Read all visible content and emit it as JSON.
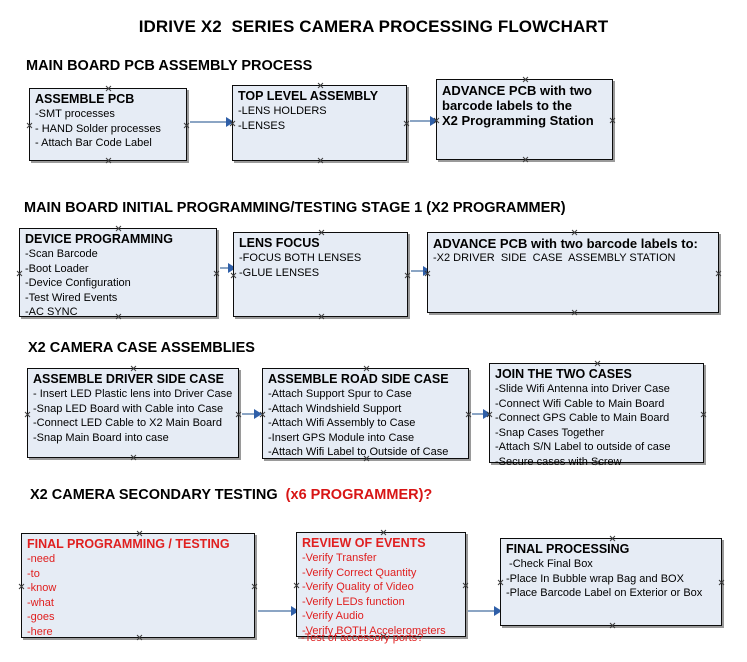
{
  "document": {
    "title": "IDRIVE X2  SERIES CAMERA PROCESSING FLOWCHART"
  },
  "colors": {
    "node_fill": "#e6ecf5",
    "node_border": "#0c0c0c",
    "connector": "#8ba5c4",
    "arrow": "#2f5fa8",
    "accent_red": "#e02020",
    "text": "#000000"
  },
  "sections": [
    {
      "id": "main-board-pcb-assembly",
      "heading": "MAIN BOARD PCB ASSEMBLY PROCESS",
      "heading_accent": "",
      "nodes": [
        {
          "id": "assemble-pcb",
          "head": "ASSEMBLE PCB",
          "lines": [
            "-SMT processes",
            "- HAND Solder processes",
            "- Attach Bar Code Label"
          ]
        },
        {
          "id": "top-level-assembly",
          "head": "TOP LEVEL ASSEMBLY",
          "lines": [
            "-LENS HOLDERS",
            "-LENSES"
          ]
        },
        {
          "id": "advance-pcb-programming-station",
          "head": "ADVANCE PCB with two\nbarcode labels to the\n X2 Programming Station",
          "lines": []
        }
      ]
    },
    {
      "id": "main-board-initial-programming",
      "heading": "MAIN BOARD INITIAL PROGRAMMING/TESTING STAGE 1 (X2 PROGRAMMER)",
      "heading_accent": "",
      "nodes": [
        {
          "id": "device-programming",
          "head": "DEVICE PROGRAMMING",
          "lines": [
            "-Scan Barcode",
            "-Boot Loader",
            "-Device Configuration",
            "-Test Wired Events",
            "-AC SYNC"
          ]
        },
        {
          "id": "lens-focus",
          "head": "LENS FOCUS",
          "lines": [
            "-FOCUS BOTH LENSES",
            "-GLUE LENSES"
          ]
        },
        {
          "id": "advance-pcb-driver-side-case",
          "head": "ADVANCE PCB with two barcode labels to:",
          "lines": [
            "-X2 DRIVER  SIDE  CASE  ASSEMBLY STATION"
          ]
        }
      ]
    },
    {
      "id": "x2-camera-case-assemblies",
      "heading": "X2 CAMERA CASE ASSEMBLIES",
      "heading_accent": "",
      "nodes": [
        {
          "id": "assemble-driver-side-case",
          "head": "ASSEMBLE DRIVER SIDE CASE",
          "lines": [
            "- Insert LED Plastic lens into Driver Case",
            "-Snap LED Board with Cable into Case",
            "-Connect LED Cable to X2 Main Board",
            "-Snap Main Board into case"
          ]
        },
        {
          "id": "assemble-road-side-case",
          "head": "ASSEMBLE ROAD SIDE CASE",
          "lines": [
            "-Attach Support Spur to Case",
            "-Attach Windshield Support",
            "-Attach Wifi Assembly to Case",
            "-Insert GPS Module into Case",
            "-Attach Wifi Label to Outside of Case"
          ]
        },
        {
          "id": "join-the-two-cases",
          "head": "JOIN THE TWO CASES",
          "lines": [
            "-Slide Wifi Antenna into Driver Case",
            "-Connect Wifi Cable to Main Board",
            "-Connect GPS Cable to Main Board",
            "-Snap Cases Together",
            "-Attach S/N Label to outside of case",
            "-Secure cases with Screw"
          ]
        }
      ]
    },
    {
      "id": "x2-camera-secondary-testing",
      "heading": "X2 CAMERA SECONDARY TESTING  ",
      "heading_accent": "(x6 PROGRAMMER)?",
      "nodes": [
        {
          "id": "final-programming-testing",
          "head": "FINAL PROGRAMMING / TESTING",
          "lines": [
            "-need",
            "-to",
            "-know",
            "-what",
            "-goes",
            "-here"
          ]
        },
        {
          "id": "review-of-events",
          "head": "REVIEW OF EVENTS",
          "lines": [
            "-Verify Transfer",
            "-Verify Correct Quantity",
            "-Verify Quality of Video",
            "-Verify LEDs function",
            "-Verify Audio",
            "-Verify BOTH Accelerometers"
          ],
          "overflow_line": "-Test of accessory ports?"
        },
        {
          "id": "final-processing",
          "head": "FINAL PROCESSING",
          "lines": [
            " -Check Final Box",
            "-Place In Bubble wrap Bag and BOX",
            "-Place Barcode Label on Exterior or Box"
          ]
        }
      ]
    }
  ]
}
